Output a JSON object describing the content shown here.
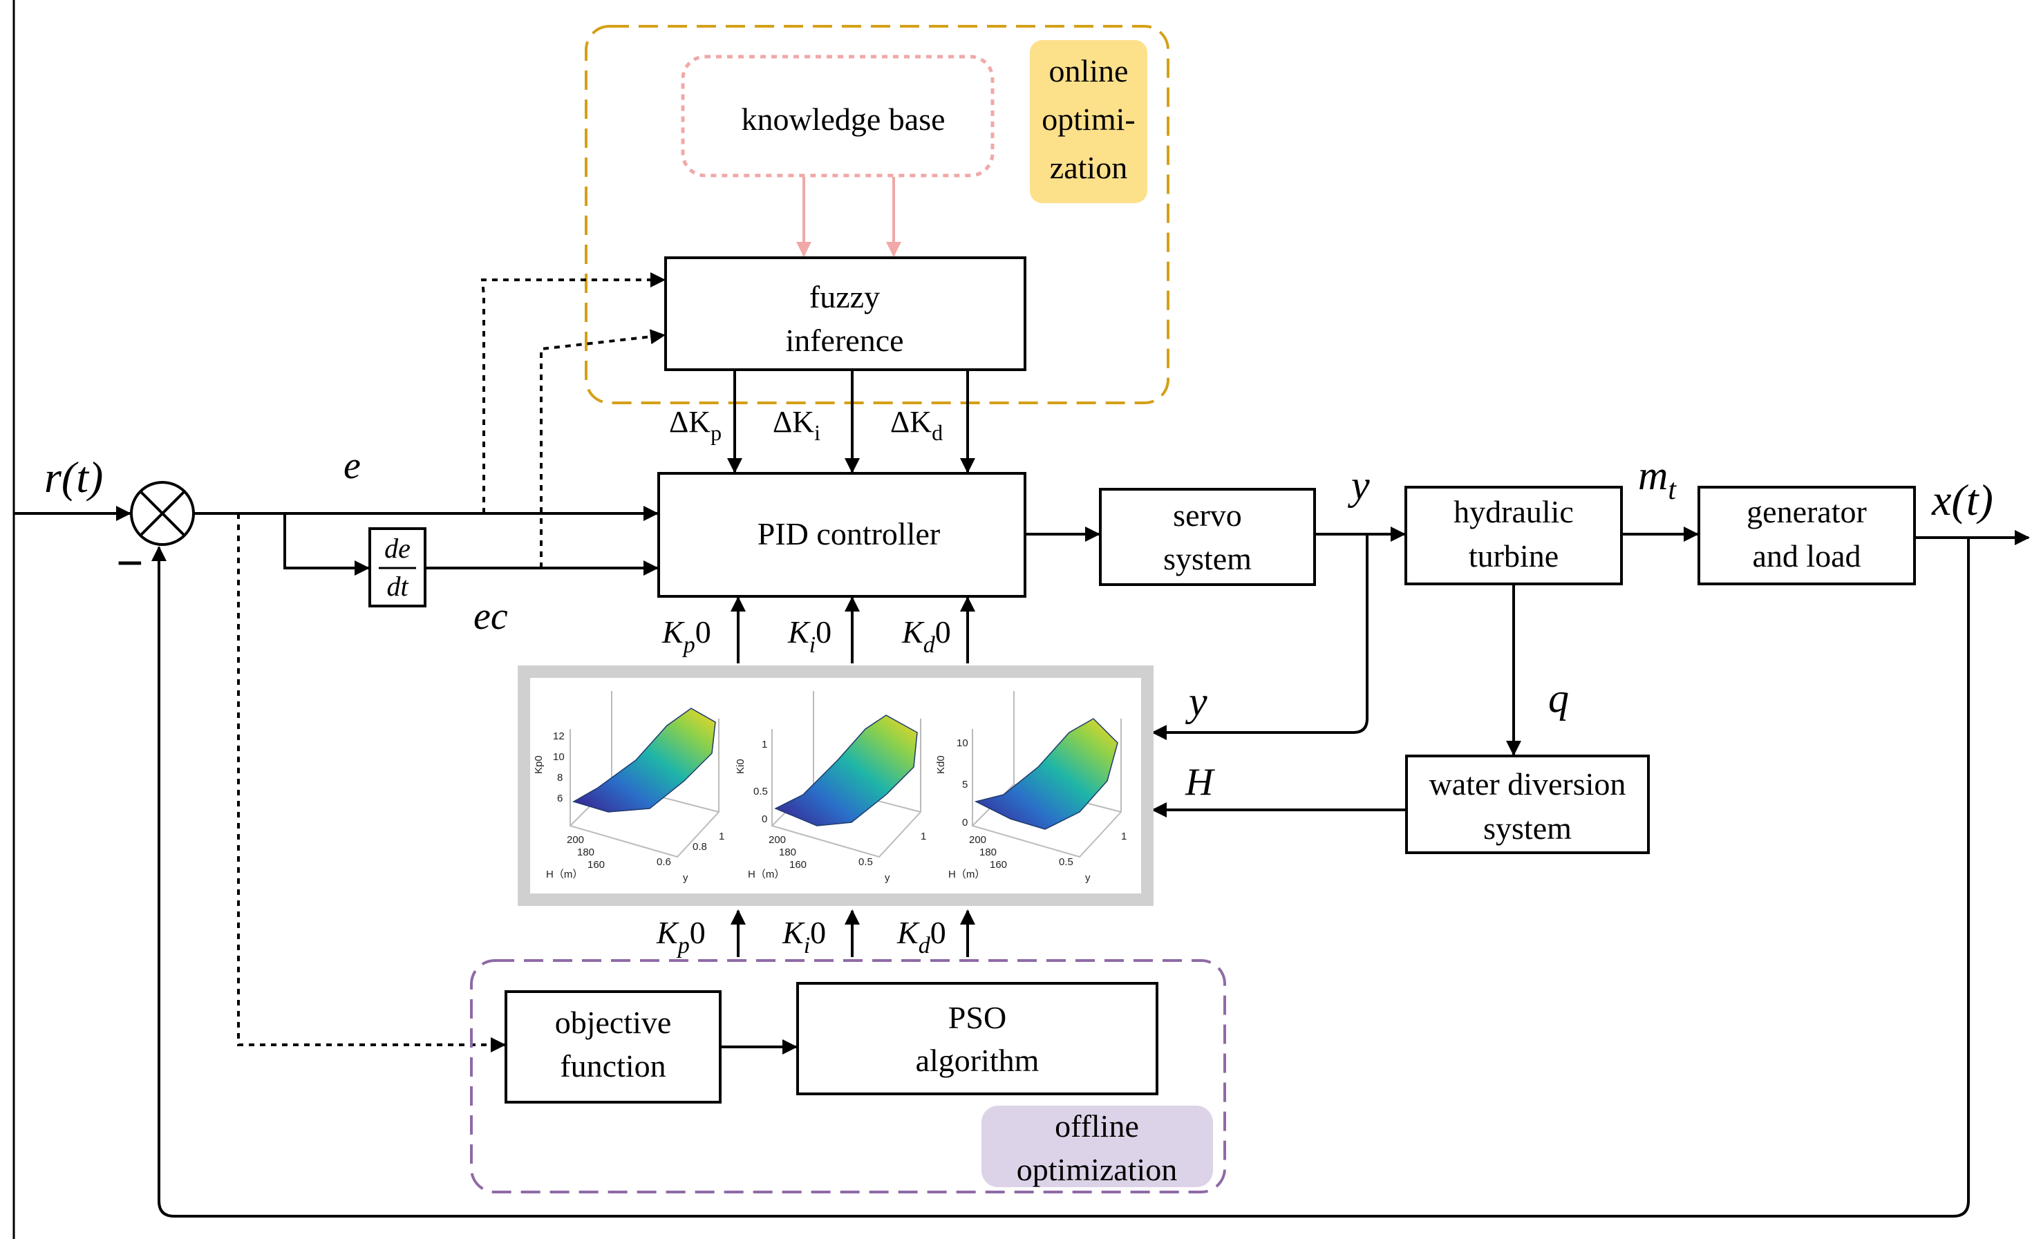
{
  "signals": {
    "r": "r(t)",
    "e": "e",
    "ec": "ec",
    "y_out": "y",
    "y_fb": "y",
    "mt": "m",
    "mt_sub": "t",
    "q": "q",
    "H": "H",
    "x": "x(t)",
    "minus": "−",
    "dK_p": "ΔK",
    "dK_p_sub": "p",
    "dK_i": "ΔK",
    "dK_i_sub": "i",
    "dK_d": "ΔK",
    "dK_d_sub": "d",
    "K_base": "K",
    "Kp_sub": "p",
    "Ki_sub": "i",
    "Kd_sub": "d",
    "zero": "0"
  },
  "derivative": {
    "num": "de",
    "den": "dt"
  },
  "blocks": {
    "knowledge_base": "knowledge base",
    "fuzzy_line1": "fuzzy",
    "fuzzy_line2": "inference",
    "pid": "PID controller",
    "servo_line1": "servo",
    "servo_line2": "system",
    "turbine_line1": "hydraulic",
    "turbine_line2": "turbine",
    "generator_line1": "generator",
    "generator_line2": "and load",
    "water_line1": "water diversion",
    "water_line2": "system",
    "objective_line1": "objective",
    "objective_line2": "function",
    "pso_line1": "PSO",
    "pso_line2": "algorithm"
  },
  "regions": {
    "online_line1": "online",
    "online_line2": "optimi-",
    "online_line3": "zation",
    "offline_line1": "offline",
    "offline_line2": "optimization"
  },
  "surface_plots": [
    {
      "zlabel": "Kp0",
      "zticks": [
        "12",
        "10",
        "8",
        "6"
      ],
      "xlabel": "H（m）",
      "xticks": [
        "200",
        "180",
        "160"
      ],
      "ylabel": "y",
      "yticks": [
        "0.6",
        "0.8",
        "1"
      ]
    },
    {
      "zlabel": "Ki0",
      "zticks": [
        "1",
        "0.5",
        "0"
      ],
      "xlabel": "H（m）",
      "xticks": [
        "200",
        "180",
        "160"
      ],
      "ylabel": "y",
      "yticks": [
        "0.5",
        "1"
      ]
    },
    {
      "zlabel": "Kd0",
      "zticks": [
        "10",
        "5",
        "0"
      ],
      "xlabel": "H（m）",
      "xticks": [
        "200",
        "180",
        "160"
      ],
      "ylabel": "y",
      "yticks": [
        "0.5",
        "1"
      ]
    }
  ],
  "colors": {
    "online_border": "#d4a017",
    "online_badge": "#fde08a",
    "offline_border": "#8e6aa6",
    "offline_badge": "#ddd3e8",
    "knowledge_border": "#f0a8a8",
    "knowledge_arrow": "#f0a8a8",
    "plot_frame": "#d0d0d0"
  }
}
